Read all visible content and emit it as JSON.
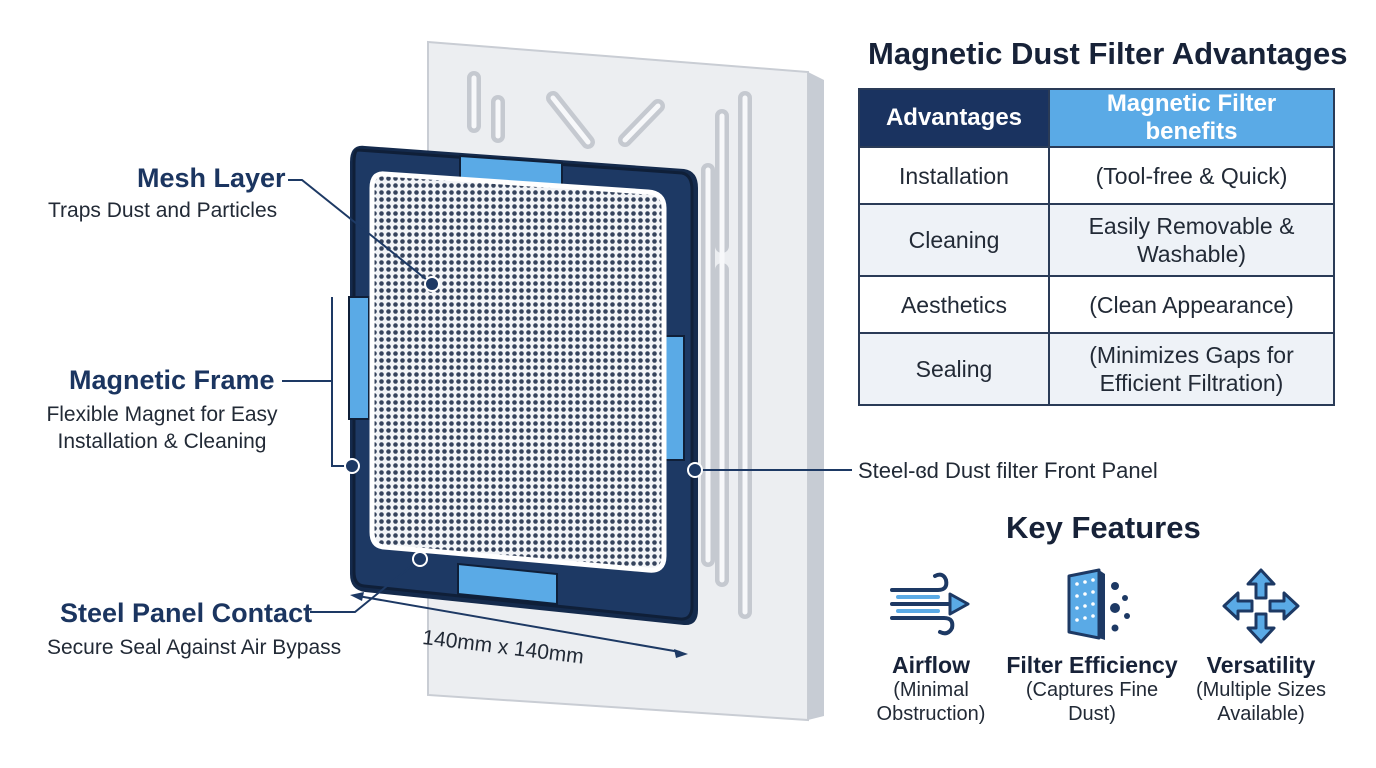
{
  "callouts": {
    "mesh": {
      "title": "Mesh Layer",
      "desc": "Traps Dust and Particles"
    },
    "frame": {
      "title": "Magnetic Frame",
      "desc_line1": "Flexible Magnet for Easy",
      "desc_line2": "Installation & Cleaning"
    },
    "contact": {
      "title": "Steel Panel Contact",
      "desc": "Secure Seal Against Air Bypass"
    },
    "panel": "Steel-ɞd Dust filter Front Panel",
    "dimension": "140mm x 140mm"
  },
  "advantages": {
    "title": "Magnetic Dust Filter Advantages",
    "headers": [
      "Advantages",
      "Magnetic Filter benefits"
    ],
    "rows": [
      {
        "label": "Installation",
        "benefit_line1": "(Tool-free & Quick)",
        "benefit_line2": ""
      },
      {
        "label": "Cleaning",
        "benefit_line1": "Easily Removable &",
        "benefit_line2": "Washable)"
      },
      {
        "label": "Aesthetics",
        "benefit_line1": "(Clean Appearance)",
        "benefit_line2": ""
      },
      {
        "label": "Sealing",
        "benefit_line1": "(Minimizes Gaps for",
        "benefit_line2": "Efficient Filtration)"
      }
    ]
  },
  "key_features": {
    "title": "Key Features",
    "items": [
      {
        "name": "Airflow",
        "desc_line1": "(Minimal",
        "desc_line2": "Obstruction)",
        "icon": "airflow-icon"
      },
      {
        "name": "Filter Efficiency",
        "desc_line1": "(Captures Fine",
        "desc_line2": "Dust)",
        "icon": "filter-particles-icon"
      },
      {
        "name": "Versatility",
        "desc_line1": "(Multiple Sizes",
        "desc_line2": "Available)",
        "icon": "four-arrows-icon"
      }
    ]
  },
  "colors": {
    "navy": "#1a3360",
    "accent_blue": "#5aaae6",
    "panel_gray": "#e9ebef"
  }
}
